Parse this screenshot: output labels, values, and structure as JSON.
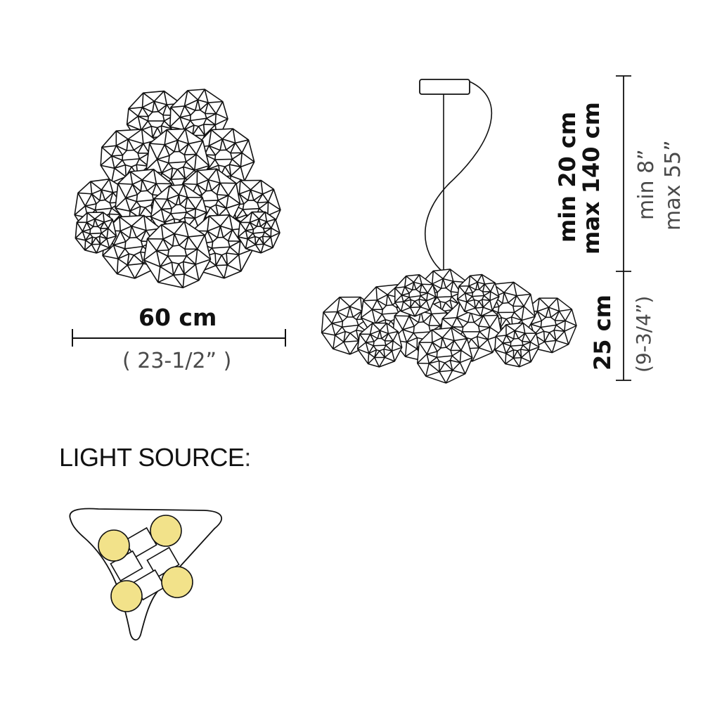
{
  "top_view": {
    "width_metric": "60 cm",
    "width_imperial": "( 23-1/2” )"
  },
  "side_view": {
    "suspension_metric_min": "min 20 cm",
    "suspension_metric_max": "max 140 cm",
    "suspension_imperial_min": "min 8”",
    "suspension_imperial_max": "max 55”",
    "height_metric": "25 cm",
    "height_imperial": "(9-3/4”)"
  },
  "light_source": {
    "heading": "LIGHT SOURCE",
    "colon": ":",
    "bulb_color": "#f2e28a",
    "bulb_count": 4
  }
}
